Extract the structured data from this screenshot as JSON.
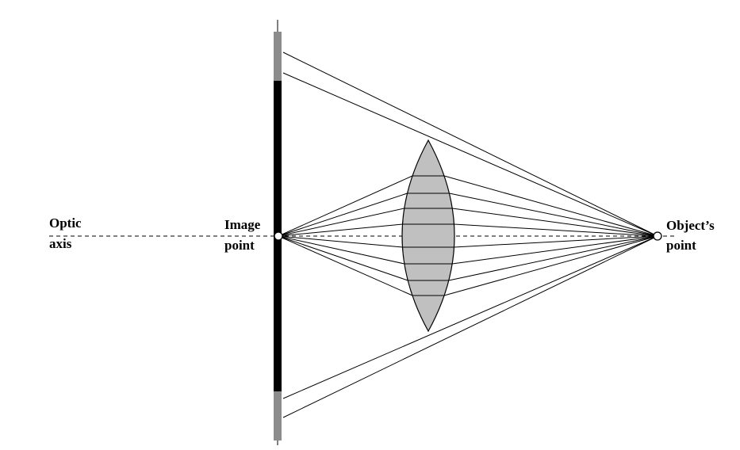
{
  "labels": {
    "optic_axis_line1": "Optic",
    "optic_axis_line2": "axis",
    "image_point_line1": "Image",
    "image_point_line2": "point",
    "object_point_line1": "Object’s",
    "object_point_line2": "point"
  },
  "colors": {
    "ray": "#000000",
    "lens_fill": "#c0c0c0",
    "sensor_dark": "#000000",
    "sensor_light": "#8c8c8c",
    "axis": "#000000"
  }
}
